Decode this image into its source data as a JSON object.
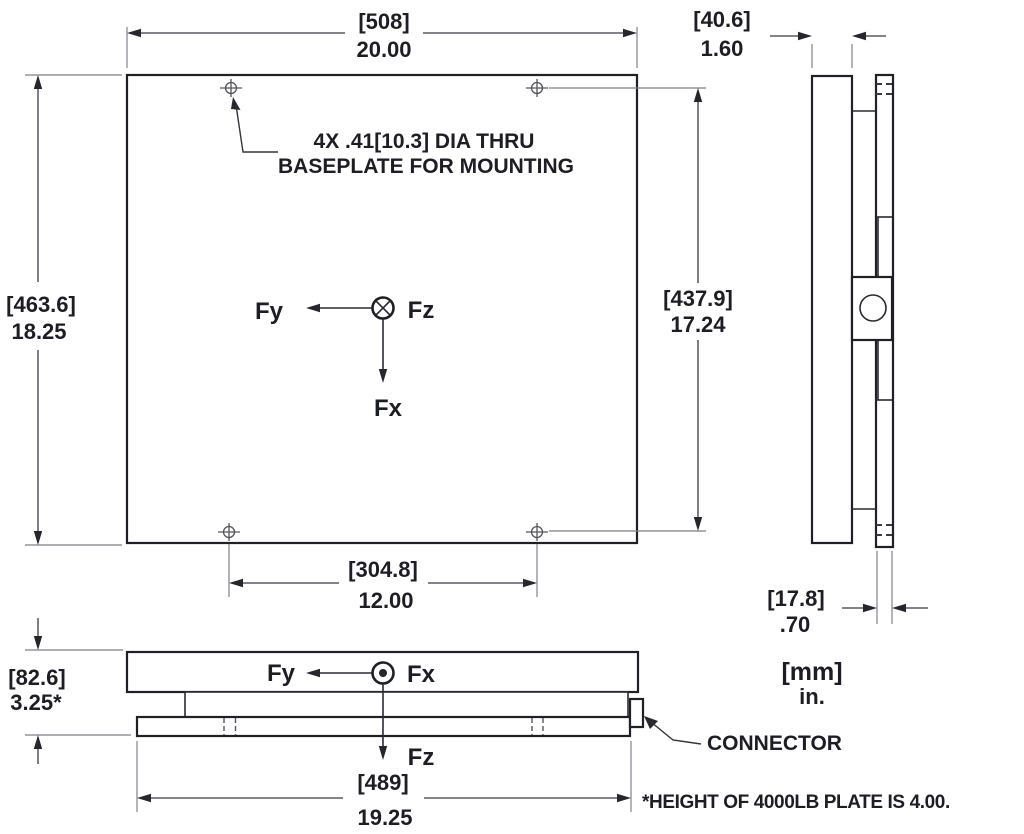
{
  "drawing": {
    "hole_note_line1": "4X .41[10.3] DIA THRU",
    "hole_note_line2": "BASEPLATE FOR MOUNTING",
    "connector_label": "CONNECTOR",
    "footnote": "*HEIGHT OF 4000LB PLATE IS 4.00.",
    "units_mm": "[mm]",
    "units_in": "in.",
    "front_axes": {
      "left": "Fy",
      "center": "Fz",
      "down": "Fx"
    },
    "side_axes": {
      "left": "Fy",
      "center": "Fx",
      "down": "Fz"
    },
    "dims": {
      "plate_width": {
        "mm": "[508]",
        "inch": "20.00"
      },
      "plate_height": {
        "mm": "[463.6]",
        "inch": "18.25"
      },
      "hole_span_vertical": {
        "mm": "[437.9]",
        "inch": "17.24"
      },
      "hole_span_horizontal": {
        "mm": "[304.8]",
        "inch": "12.00"
      },
      "top_plate_thickness": {
        "mm": "[40.6]",
        "inch": "1.60"
      },
      "baseplate_thickness": {
        "mm": "[17.8]",
        "inch": ".70"
      },
      "overall_height": {
        "mm": "[82.6]",
        "inch": "3.25*"
      },
      "baseplate_width": {
        "mm": "[489]",
        "inch": "19.25"
      }
    },
    "colors": {
      "line": "#1f1f26",
      "dimension": "#3a3a42",
      "background": "#ffffff"
    }
  }
}
